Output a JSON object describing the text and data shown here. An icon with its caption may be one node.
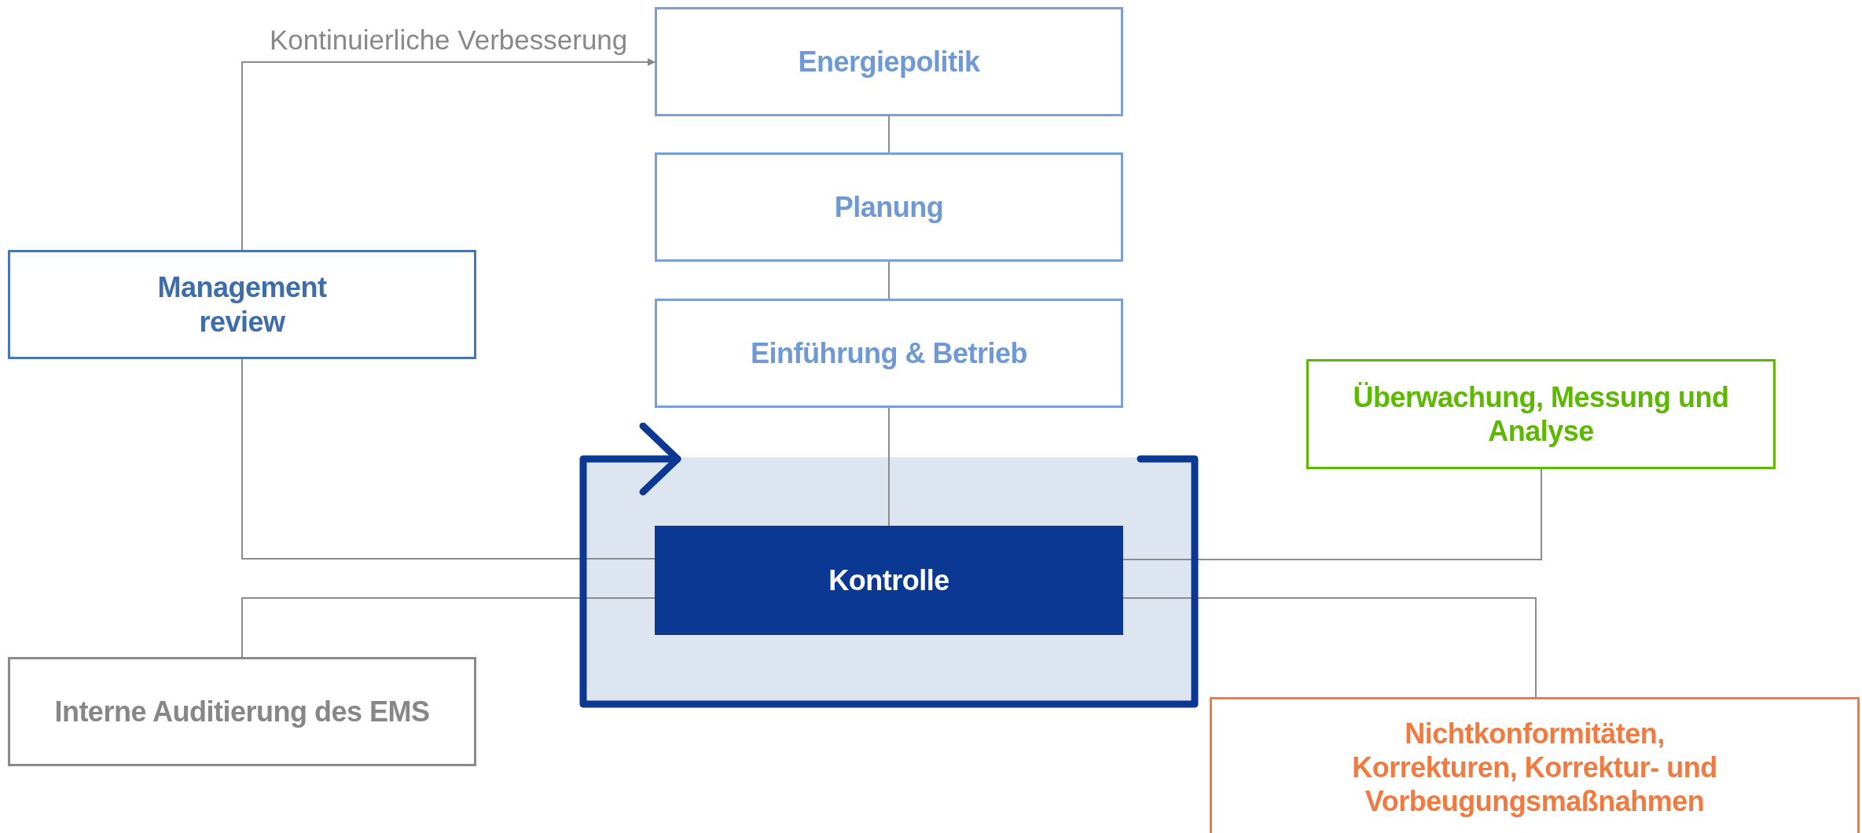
{
  "diagram": {
    "nodes": [
      {
        "text": [
          "Energiepolitik"
        ]
      },
      {
        "text": [
          "Management review"
        ]
      },
      {
        "text": [
          "Planung"
        ]
      },
      {
        "text": [
          "Einführung & Betrieb"
        ]
      },
      {
        "text": [
          "Überwachung, Messung und Analyse"
        ]
      },
      {
        "text": [
          "Kontrolle"
        ]
      },
      {
        "text": [
          "Interne Auditierung des EMS"
        ]
      },
      {
        "text": [
          "Nichtkonformitäten, Korrekturen, Korrektur- und Vorbeugungsmaßnahmen"
        ]
      }
    ],
    "edges": [
      {
        "from": 1,
        "to": 0,
        "arrow": "to",
        "label": "Kontinuierliche Verbesserung"
      },
      {
        "from": 0,
        "to": 2,
        "arrow": "none"
      },
      {
        "from": 2,
        "to": 3,
        "arrow": "none"
      },
      {
        "from": 3,
        "to": 5,
        "arrow": "none"
      },
      {
        "from": 1,
        "to": 5,
        "arrow": "none"
      },
      {
        "from": 4,
        "to": 5,
        "arrow": "none"
      },
      {
        "from": 6,
        "to": 5,
        "arrow": "none"
      },
      {
        "from": 7,
        "to": 5,
        "arrow": "none"
      },
      {
        "from": 5,
        "to": 5,
        "arrow": "to",
        "style": "thick",
        "color": "#0b3892"
      }
    ]
  }
}
